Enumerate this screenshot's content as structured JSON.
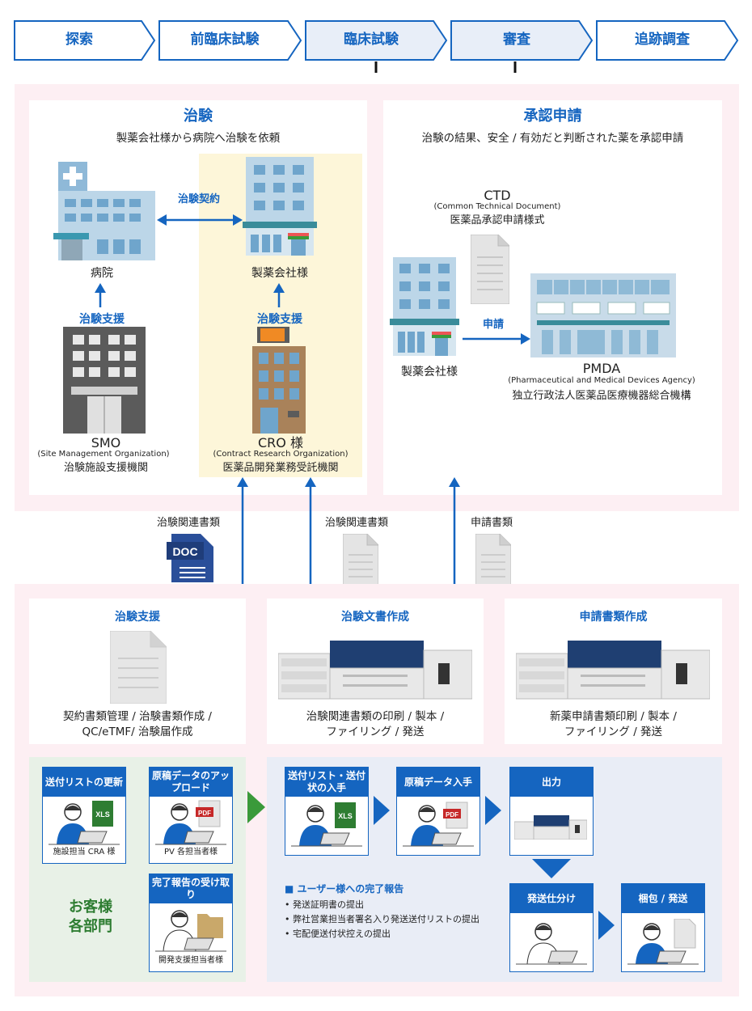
{
  "steps": [
    "探索",
    "前臨床試験",
    "臨床試験",
    "審査",
    "追跡調査"
  ],
  "clinical": {
    "title": "治験",
    "subtitle": "製薬会社様から病院へ治験を依頼",
    "hospital": "病院",
    "contract": "治験契約",
    "pharma": "製薬会社様",
    "support_left": "治験支援",
    "support_right": "治験支援",
    "smo_abbr": "SMO",
    "smo_full": "(Site Management Organization)",
    "smo_ja": "治験施設支援機関",
    "cro_abbr": "CRO 様",
    "cro_full": "(Contract Research Organization)",
    "cro_ja": "医薬品開発業務受託機関"
  },
  "approval": {
    "title": "承認申請",
    "subtitle": "治験の結果、安全 / 有効だと判断された薬を承認申請",
    "ctd_abbr": "CTD",
    "ctd_full": "(Common Technical Document)",
    "ctd_ja": "医薬品承認申請様式",
    "apply": "申請",
    "pharma": "製薬会社様",
    "pmda_abbr": "PMDA",
    "pmda_full": "(Pharmaceutical and Medical Devices Agency)",
    "pmda_ja": "独立行政法人医薬品医療機器総合機構"
  },
  "flow_labels": {
    "doc1": "治験関連書類",
    "doc_icon": "DOC",
    "doc2": "治験関連書類",
    "doc3": "申請書類"
  },
  "services": [
    {
      "title": "治験支援",
      "desc1": "契約書類管理 / 治験書類作成 /",
      "desc2": "QC/eTMF/ 治験届作成"
    },
    {
      "title": "治験文書作成",
      "desc1": "治験関連書類の印刷 / 製本 /",
      "desc2": "ファイリング / 発送"
    },
    {
      "title": "申請書類作成",
      "desc1": "新薬申請書類印刷 / 製本 /",
      "desc2": "ファイリング / 発送"
    }
  ],
  "customer": {
    "dept": "お客様\n各部門",
    "tasks": [
      {
        "badge": "送付リストの更新",
        "file": "XLS",
        "person": "施設担当 CRA 様"
      },
      {
        "badge": "原稿データのアップロード",
        "file": "PDF",
        "person": "PV 各担当者様"
      },
      {
        "badge": "完了報告の受け取り",
        "person": "開発支援担当者様"
      }
    ]
  },
  "vendor": {
    "tasks": [
      {
        "badge": "送付リスト・送付状の入手",
        "file": "XLS"
      },
      {
        "badge": "原稿データ入手",
        "file": "PDF"
      },
      {
        "badge": "出力"
      },
      {
        "badge": "発送仕分け"
      },
      {
        "badge": "梱包 / 発送"
      }
    ],
    "report_title": "■ ユーザー様への完了報告",
    "report_items": [
      "発送証明書の提出",
      "弊社営業担当者署名入り発送送付リストの提出",
      "宅配便送付状控えの提出"
    ]
  },
  "colors": {
    "accent": "#1565c0",
    "pink_bg": "#fdeff3",
    "beige": "#fdf6d9",
    "green_bg": "#e8f1e7",
    "lavender": "#e9edf6",
    "green_arrow": "#3a9a3a"
  }
}
